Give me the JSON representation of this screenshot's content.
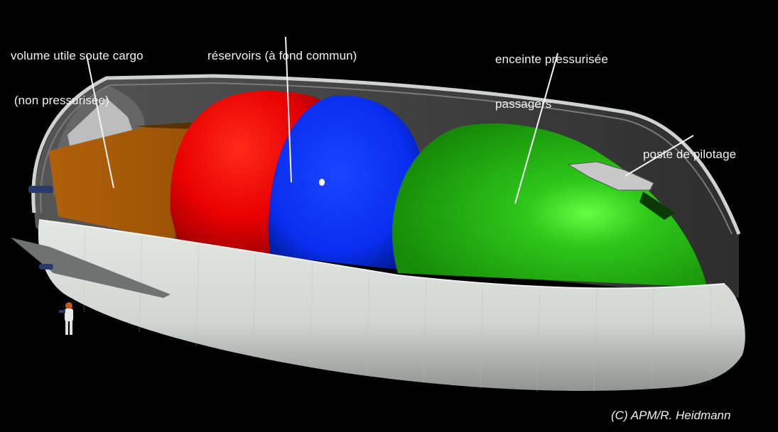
{
  "diagram": {
    "subject": "Cutaway view of a spacecraft hull",
    "background_color": "#000000",
    "labels": [
      {
        "id": "cargo",
        "lines": [
          "volume utile soute cargo",
          " (non pressurisée)"
        ],
        "component_color": "#a85a05"
      },
      {
        "id": "tanks",
        "lines": [
          "réservoirs (à fond commun)"
        ],
        "component_colors": [
          "#e80000",
          "#0a2ef0"
        ]
      },
      {
        "id": "passengers",
        "lines": [
          "enceinte pressurisée",
          "passagers"
        ],
        "component_color": "#22b00c"
      },
      {
        "id": "cockpit",
        "lines": [
          "poste de pilotage"
        ]
      }
    ],
    "components": {
      "cargo_box_color": "#a85a05",
      "red_tank_color": "#e80000",
      "blue_tank_color": "#0a2ef0",
      "green_module_color": "#22b00c",
      "hull_color": "#d8dcd8",
      "hull_interior_color": "#3a3a3a"
    },
    "credit": "(C) APM/R. Heidmann"
  }
}
